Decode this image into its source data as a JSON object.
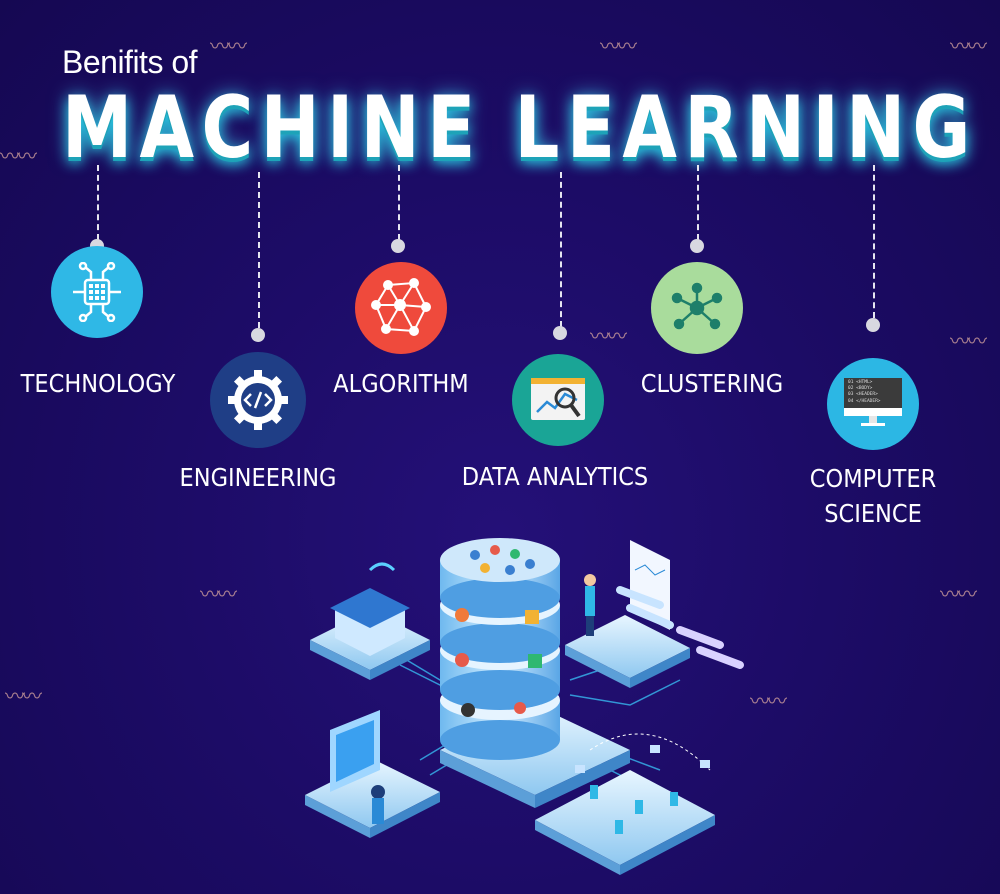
{
  "header": {
    "subtitle": "Benifits of",
    "title": "MACHINE LEARNING"
  },
  "benefits": [
    {
      "label": "TECHNOLOGY",
      "icon": "circuit-chip-icon",
      "color": "#2fb8e6"
    },
    {
      "label": "ENGINEERING",
      "icon": "code-gear-icon",
      "color": "#1f3e86"
    },
    {
      "label": "ALGORITHM",
      "icon": "network-polyhedron-icon",
      "color": "#ef4a3c"
    },
    {
      "label": "DATA ANALYTICS",
      "icon": "chart-magnifier-icon",
      "color": "#1aa596"
    },
    {
      "label": "CLUSTERING",
      "icon": "cluster-nodes-icon",
      "color": "#a9dc9c"
    },
    {
      "label_line1": "COMPUTER",
      "label_line2": "SCIENCE",
      "icon": "code-monitor-icon",
      "color": "#2cb7e4",
      "code_lines": [
        "01 <HTML>",
        "02 <BODY>",
        "03 <HEADER>",
        "04 </HEADER>"
      ]
    }
  ],
  "colors": {
    "background": "#1b0b63",
    "title_glow": "#27c9e0"
  }
}
